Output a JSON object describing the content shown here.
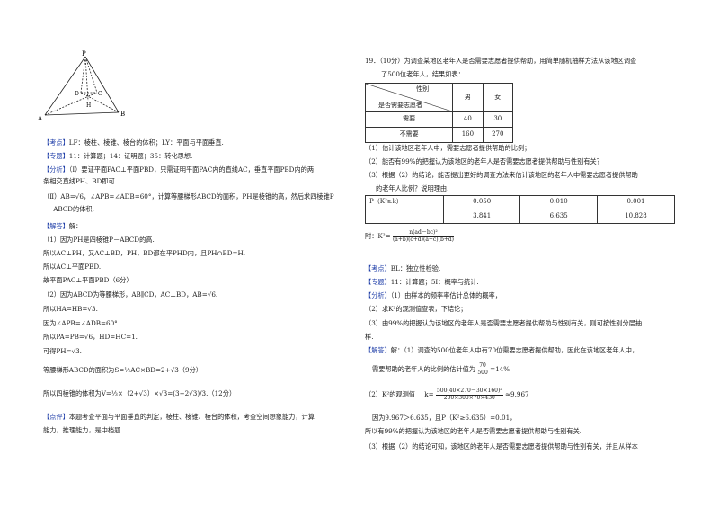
{
  "left": {
    "figure": {
      "labels": [
        "P",
        "D",
        "C",
        "H",
        "A",
        "B"
      ]
    },
    "kaodian_tag": "【考点】",
    "kaodian": "LF：棱柱、棱锥、棱台的体积；LY：平面与平面垂直.",
    "zhuanti_tag": "【专题】",
    "zhuanti": "11：计算题；14：证明题；35：转化思想.",
    "fenxi_tag": "【分析】",
    "fenxi1": "（Ⅰ）要证平面PAC⊥平面PBD，只需证明平面PAC内的直线AC，垂直平面PBD内的两",
    "fenxi2": "条相交直线PH、BD即可.",
    "fenxi3": "（Ⅱ）AB=√6，∠APB=∠ADB=60°，计算等腰梯形ABCD的面积，PH是棱锥的高，然后求四棱锥P",
    "fenxi4": "－ABCD的体积.",
    "jieda_tag": "【解答】",
    "jieda_head": "解：",
    "l1": "（1）因为PH是四棱锥P－ABCD的高.",
    "l2": "所以AC⊥PH，又AC⊥BD，PH，BD都在平PHD内，且PH∩BD=H.",
    "l3": "所以AC⊥平面PBD.",
    "l4": "故平面PAC⊥平面PBD（6分）",
    "l5": "（2）因为ABCD为等腰梯形，AB∥CD，AC⊥BD，AB=√6.",
    "l6": "所以HA=HB=√3.",
    "l7": "因为∠APB=∠ADB=60°",
    "l8": "所以PA=PB=√6，HD=HC=1.",
    "l9": "可得PH=√3.",
    "l10": "等腰梯形ABCD的面积为S=½AC×BD=2+√3（9分）",
    "l11": "所以四棱锥的体积为V=⅓×（2+√3）×√3=(3+2√3)/3.（12分）",
    "dianping_tag": "【点评】",
    "dianping1": "本题考查平面与平面垂直的判定，棱柱、棱锥、棱台的体积，考查空间想象能力，计算",
    "dianping2": "能力，推理能力，是中档题."
  },
  "right": {
    "q_title": "19．（10分）为调查某地区老年人是否需要志愿者提供帮助，用简单随机抽样方法从该地区调查",
    "q_title2": "了500位老年人，结果如表：",
    "table1": {
      "h_gender": "性别",
      "h_need": "是否需要志愿者",
      "h_male": "男",
      "h_female": "女",
      "rows": [
        {
          "label": "需要",
          "male": "40",
          "female": "30"
        },
        {
          "label": "不需要",
          "male": "160",
          "female": "270"
        }
      ]
    },
    "q1": "（1）估计该地区老年人中，需要志愿者提供帮助的比例；",
    "q2": "（2）能否有99%的把握认为该地区的老年人是否需要志愿者提供帮助与性别有关？",
    "q3": "（3）根据（2）的结论，能否提出更好的调查方法来估计该地区的老年人中需要志愿者提供帮助",
    "q3b": "的老年人比例？说明理由.",
    "table2": {
      "r1": [
        "P（K²≥k）",
        "0.050",
        "0.010",
        "0.001"
      ],
      "r2": [
        "",
        "3.841",
        "6.635",
        "10.828"
      ]
    },
    "fu": "附：K²=",
    "fu_num": "n(ad－bc)²",
    "fu_den": "(a+b)(c+d)(a+c)(b+d)",
    "kaodian_tag": "【考点】",
    "kaodian": "BL：独立性检验.",
    "zhuanti_tag": "【专题】",
    "zhuanti": "11：计算题；5I：概率与统计.",
    "fenxi_tag": "【分析】",
    "fenxi1": "（1）由样本的频率率估计总体的概率，",
    "fenxi2": "（2）求K²的观测值查表，下结论；",
    "fenxi3": "（3）由99%的把握认为该地区的老年人是否需要志愿者提供帮助与性别有关，则可按性别分层抽",
    "fenxi4": "样.",
    "jieda_tag": "【解答】",
    "jieda1": "解：（1）调查的500位老年人中有70位需要志愿者提供帮助，因此在该地区老年人中，",
    "jieda2a": "需要帮助的老年人的比例的估计值为",
    "jieda2_num": "70",
    "jieda2_den": "500",
    "jieda2b": "=14%",
    "jieda3a": "（2）K²的观测值",
    "jieda3_k": "k=",
    "jieda3_num": "500(40×270－30×160)²",
    "jieda3_den": "200×300×70×430",
    "jieda3b": "≈9.967",
    "jieda4": "因为9.967＞6.635，且P（K²≥6.635）=0.01，",
    "jieda5": "所以有99%的把握认为该地区的老年人是否需要志愿者提供帮助与性别有关.",
    "jieda6": "（3）根据（2）的结论可知，该地区的老年人是否需要志愿者提供帮助与性别有关，并且从样本"
  }
}
